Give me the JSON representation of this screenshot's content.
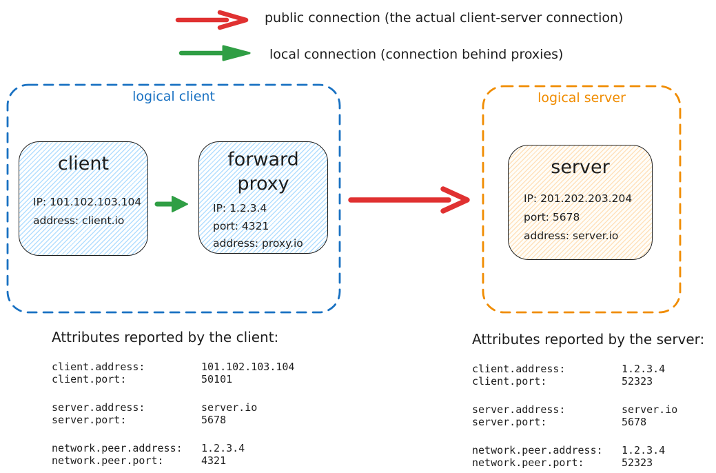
{
  "legend": {
    "public_label": "public connection (the actual client-server connection)",
    "local_label": "local connection (connection behind proxies)"
  },
  "colors": {
    "public_arrow_red": "#e03131",
    "local_arrow_green": "#2f9e44",
    "logical_client_blue": "#1971c2",
    "logical_server_orange": "#f08c00",
    "node_outline_ink": "#1e1e1e",
    "client_node_fill": "#a5d8ff",
    "server_node_fill": "#ffd8a8"
  },
  "logical_client": {
    "label": "logical client",
    "client_node": {
      "title": "client",
      "line1": "IP: 101.102.103.104",
      "line2": "address: client.io"
    },
    "proxy_node": {
      "title": "forward proxy",
      "line1": "IP: 1.2.3.4",
      "line2": "port: 4321",
      "line3": "address: proxy.io"
    }
  },
  "logical_server": {
    "label": "logical server",
    "server_node": {
      "title": "server",
      "line1": "IP: 201.202.203.204",
      "line2": "port: 5678",
      "line3": "address: server.io"
    }
  },
  "client_report": {
    "title": "Attributes reported by the client:",
    "rows": [
      {
        "key": "client.address:",
        "value": "101.102.103.104"
      },
      {
        "key": "client.port:",
        "value": "50101"
      },
      {
        "key": "server.address:",
        "value": "server.io"
      },
      {
        "key": "server.port:",
        "value": "5678"
      },
      {
        "key": "network.peer.address:",
        "value": "1.2.3.4"
      },
      {
        "key": "network.peer.port:",
        "value": "4321"
      }
    ]
  },
  "server_report": {
    "title": "Attributes reported by the server:",
    "rows": [
      {
        "key": "client.address:",
        "value": "1.2.3.4"
      },
      {
        "key": "client.port:",
        "value": "52323"
      },
      {
        "key": "server.address:",
        "value": "server.io"
      },
      {
        "key": "server.port:",
        "value": "5678"
      },
      {
        "key": "network.peer.address:",
        "value": "1.2.3.4"
      },
      {
        "key": "network.peer.port:",
        "value": "52323"
      }
    ]
  }
}
